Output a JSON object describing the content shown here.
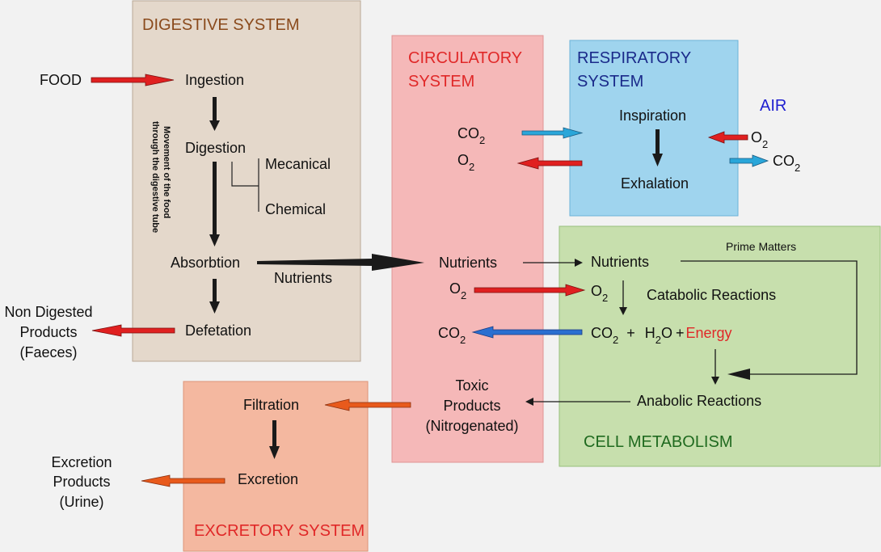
{
  "colors": {
    "digestive_box": "#e4d8cb",
    "circulatory_box": "#f5b8b8",
    "respiratory_box": "#9fd4ee",
    "metabolism_box": "#c7dfad",
    "excretory_box": "#f4b8a0",
    "red_arrow": "#e02020",
    "blue_arrow": "#2aa6d9",
    "orange_arrow": "#e85a1c",
    "dark_arrow": "#1a1a1a",
    "title_brown": "#8a4a1c",
    "title_red": "#e02828",
    "title_navy": "#1a2a8a",
    "title_green": "#1f6a1f",
    "nutrient_blue": "#1e6fb8",
    "air_blue": "#2020d0",
    "food_green": "#1a7a2a",
    "orange_text": "#e05a1a",
    "faeces_brown": "#5a3a2a"
  },
  "systems": {
    "digestive": {
      "title": "DIGESTIVE SYSTEM"
    },
    "circulatory": {
      "title_line1": "CIRCULATORY",
      "title_line2": "SYSTEM"
    },
    "respiratory": {
      "title_line1": "RESPIRATORY",
      "title_line2": "SYSTEM"
    },
    "metabolism": {
      "title": "CELL METABOLISM"
    },
    "excretory": {
      "title": "EXCRETORY SYSTEM"
    }
  },
  "digestive": {
    "food": "FOOD",
    "ingestion": "Ingestion",
    "digestion": "Digestion",
    "mecanical": "Mecanical",
    "chemical": "Chemical",
    "absorbtion": "Absorbtion",
    "nutrients": "Nutrients",
    "defetation": "Defetation",
    "movement_line1": "Movement of the food",
    "movement_line2": "through the digestive tube",
    "non_digested_line1": "Non Digested",
    "non_digested_line2": "Products",
    "non_digested_line3": "(Faeces)"
  },
  "circulatory": {
    "co2_base": "CO",
    "co2_sub": "2",
    "o2_base": "O",
    "o2_sub": "2",
    "nutrients": "Nutrients",
    "blood_o2_base": "O",
    "blood_o2_sub": "2",
    "blood_co2_base": "CO",
    "blood_co2_sub": "2",
    "toxic_line1": "Toxic",
    "toxic_line2": "Products",
    "toxic_line3": "(Nitrogenated)"
  },
  "respiratory": {
    "inspiration": "Inspiration",
    "exhalation": "Exhalation",
    "air": "AIR",
    "o2_base": "O",
    "o2_sub": "2",
    "co2_base": "CO",
    "co2_sub": "2"
  },
  "metabolism": {
    "nutrients": "Nutrients",
    "prime_matters": "Prime Matters",
    "o2_base": "O",
    "o2_sub": "2",
    "catabolic": "Catabolic Reactions",
    "co2_base": "CO",
    "co2_sub": "2",
    "plus1": "+",
    "h2o_h": "H",
    "h2o_sub": "2",
    "h2o_o": "O",
    "plus2": "+",
    "energy": "Energy",
    "anabolic": "Anabolic Reactions"
  },
  "excretory": {
    "filtration": "Filtration",
    "excretion": "Excretion",
    "products_line1": "Excretion",
    "products_line2": "Products",
    "products_line3": "(Urine)"
  }
}
